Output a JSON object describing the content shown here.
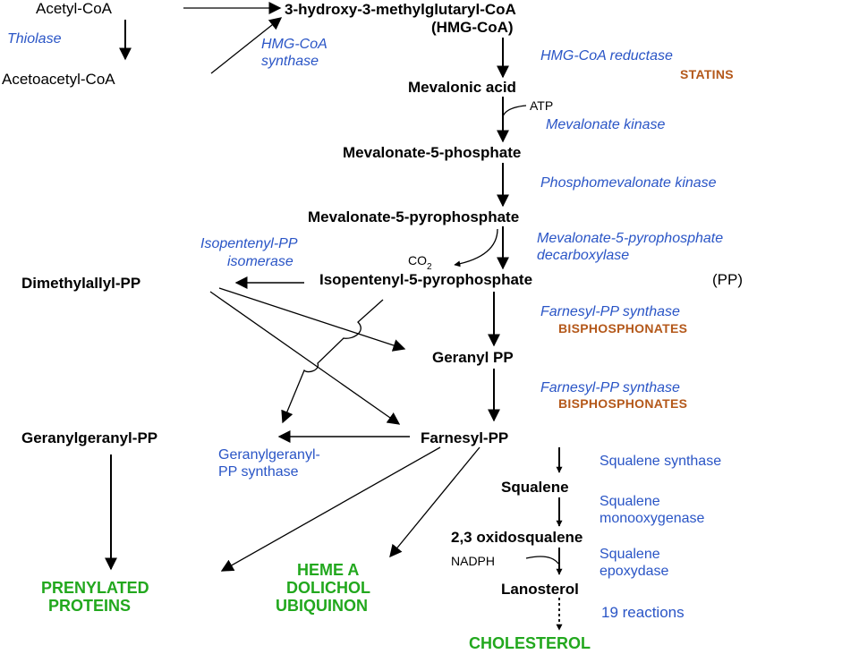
{
  "molecules": {
    "acetyl_coa": "Acetyl-CoA",
    "acetoacetyl_coa": "Acetoacetyl-CoA",
    "hmg_coa_1": "3-hydroxy-3-methylglutaryl-CoA",
    "hmg_coa_2": "(HMG-CoA)",
    "mevalonic_acid": "Mevalonic acid",
    "mevalonate_5_phosphate": "Mevalonate-5-phosphate",
    "mevalonate_5_pyrophosphate": "Mevalonate-5-pyrophosphate",
    "isopentenyl_pp": "Isopentenyl-5-pyrophosphate",
    "isopentenyl_pp_suffix": "(PP)",
    "dimethylallyl_pp": "Dimethylallyl-PP",
    "geranyl_pp": "Geranyl PP",
    "geranylgeranyl_pp": "Geranylgeranyl-PP",
    "farnesyl_pp": "Farnesyl-PP",
    "squalene": "Squalene",
    "oxidosqualene": "2,3 oxidosqualene",
    "lanosterol": "Lanosterol"
  },
  "enzymes": {
    "thiolase": "Thiolase",
    "hmg_synthase_1": "HMG-CoA",
    "hmg_synthase_2": "synthase",
    "hmg_reductase": "HMG-CoA reductase",
    "mevalonate_kinase": "Mevalonate kinase",
    "phosphomevalonate_kinase": "Phosphomevalonate kinase",
    "decarboxylase_1": "Mevalonate-5-pyrophosphate",
    "decarboxylase_2": "decarboxylase",
    "isomerase_1": "Isopentenyl-PP",
    "isomerase_2": "isomerase",
    "farnesyl_synthase_1": "Farnesyl-PP synthase",
    "farnesyl_synthase_2": "Farnesyl-PP synthase",
    "ggpp_synthase_1": "Geranylgeranyl-",
    "ggpp_synthase_2": "PP synthase",
    "squalene_synthase": "Squalene synthase",
    "squalene_monooxygenase_1": "Squalene",
    "squalene_monooxygenase_2": "monooxygenase",
    "squalene_epoxydase_1": "Squalene",
    "squalene_epoxydase_2": "epoxydase",
    "reactions": "19 reactions"
  },
  "cofactors": {
    "atp": "ATP",
    "co2": "CO",
    "co2_sub": "2",
    "nadph": "NADPH"
  },
  "drugs": {
    "statins": "STATINS",
    "bisphosphonates_1": "BISPHOSPHONATES",
    "bisphosphonates_2": "BISPHOSPHONATES"
  },
  "products": {
    "prenylated_1": "PRENYLATED",
    "prenylated_2": "PROTEINS",
    "heme": "HEME A",
    "dolichol": "DOLICHOL",
    "ubiquinon": "UBIQUINON",
    "cholesterol": "CHOLESTEROL"
  },
  "colors": {
    "enzyme_blue": "#2a55c6",
    "drug_orange": "#b4581a",
    "product_green": "#22a81e",
    "molecule_black": "#000000"
  }
}
